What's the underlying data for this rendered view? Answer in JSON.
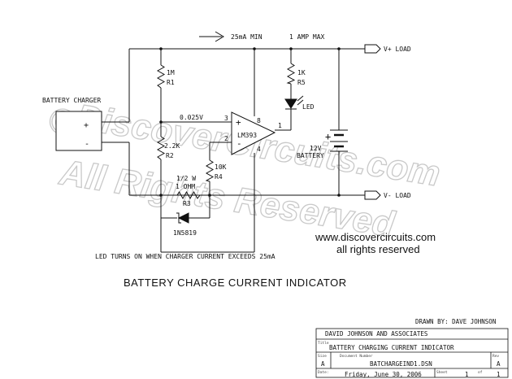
{
  "watermark": {
    "line1": "DiscoverCircuits.com",
    "line2": "All Rights Reserved",
    "copyright_symbol": "©"
  },
  "top": {
    "current_min": "25mA MIN",
    "current_max": "1 AMP MAX"
  },
  "load": {
    "positive": "V+ LOAD",
    "negative": "V- LOAD"
  },
  "charger": {
    "label": "BATTERY CHARGER",
    "plus": "+",
    "minus": "-"
  },
  "components": {
    "r1": {
      "value": "1M",
      "ref": "R1"
    },
    "r2": {
      "value": "2.2K",
      "ref": "R2"
    },
    "r3": {
      "value1": "1/2 W",
      "value2": "1 OHM",
      "ref": "R3"
    },
    "r4": {
      "value": "10K",
      "ref": "R4"
    },
    "r5": {
      "value": "1K",
      "ref": "R5"
    },
    "led": {
      "label": "LED"
    },
    "diode": {
      "label": "1N5819"
    },
    "opamp": {
      "label": "LM393",
      "pin3": "3",
      "pin2": "2",
      "pin8": "8",
      "pin4": "4",
      "pin1": "1",
      "plus": "+",
      "minus": "-"
    },
    "battery": {
      "plus": "+",
      "voltage": "12V",
      "label": "BATTERY"
    }
  },
  "node_voltage": "0.025V",
  "note": "LED TURNS ON WHEN CHARGER CURRENT EXCEEDS 25mA",
  "website": {
    "url": "www.discovercircuits.com",
    "rights": "all rights reserved"
  },
  "title": "BATTERY CHARGE CURRENT INDICATOR",
  "title_block": {
    "drawn_by": "DRAWN BY:  DAVE JOHNSON",
    "company": "DAVID JOHNSON AND ASSOCIATES",
    "title_caption": "Title",
    "title": "BATTERY CHARGING CURRENT INDICATOR",
    "size_caption": "Size",
    "size": "A",
    "docnum_caption": "Document Number",
    "document_number": "BATCHARGEIND1.DSN",
    "rev_caption": "Rev",
    "rev": "A",
    "date_caption": "Date:",
    "date": "Friday, June 30, 2006",
    "sheet_caption": "Sheet",
    "sheet": "1",
    "of_caption": "of",
    "of": "1"
  }
}
